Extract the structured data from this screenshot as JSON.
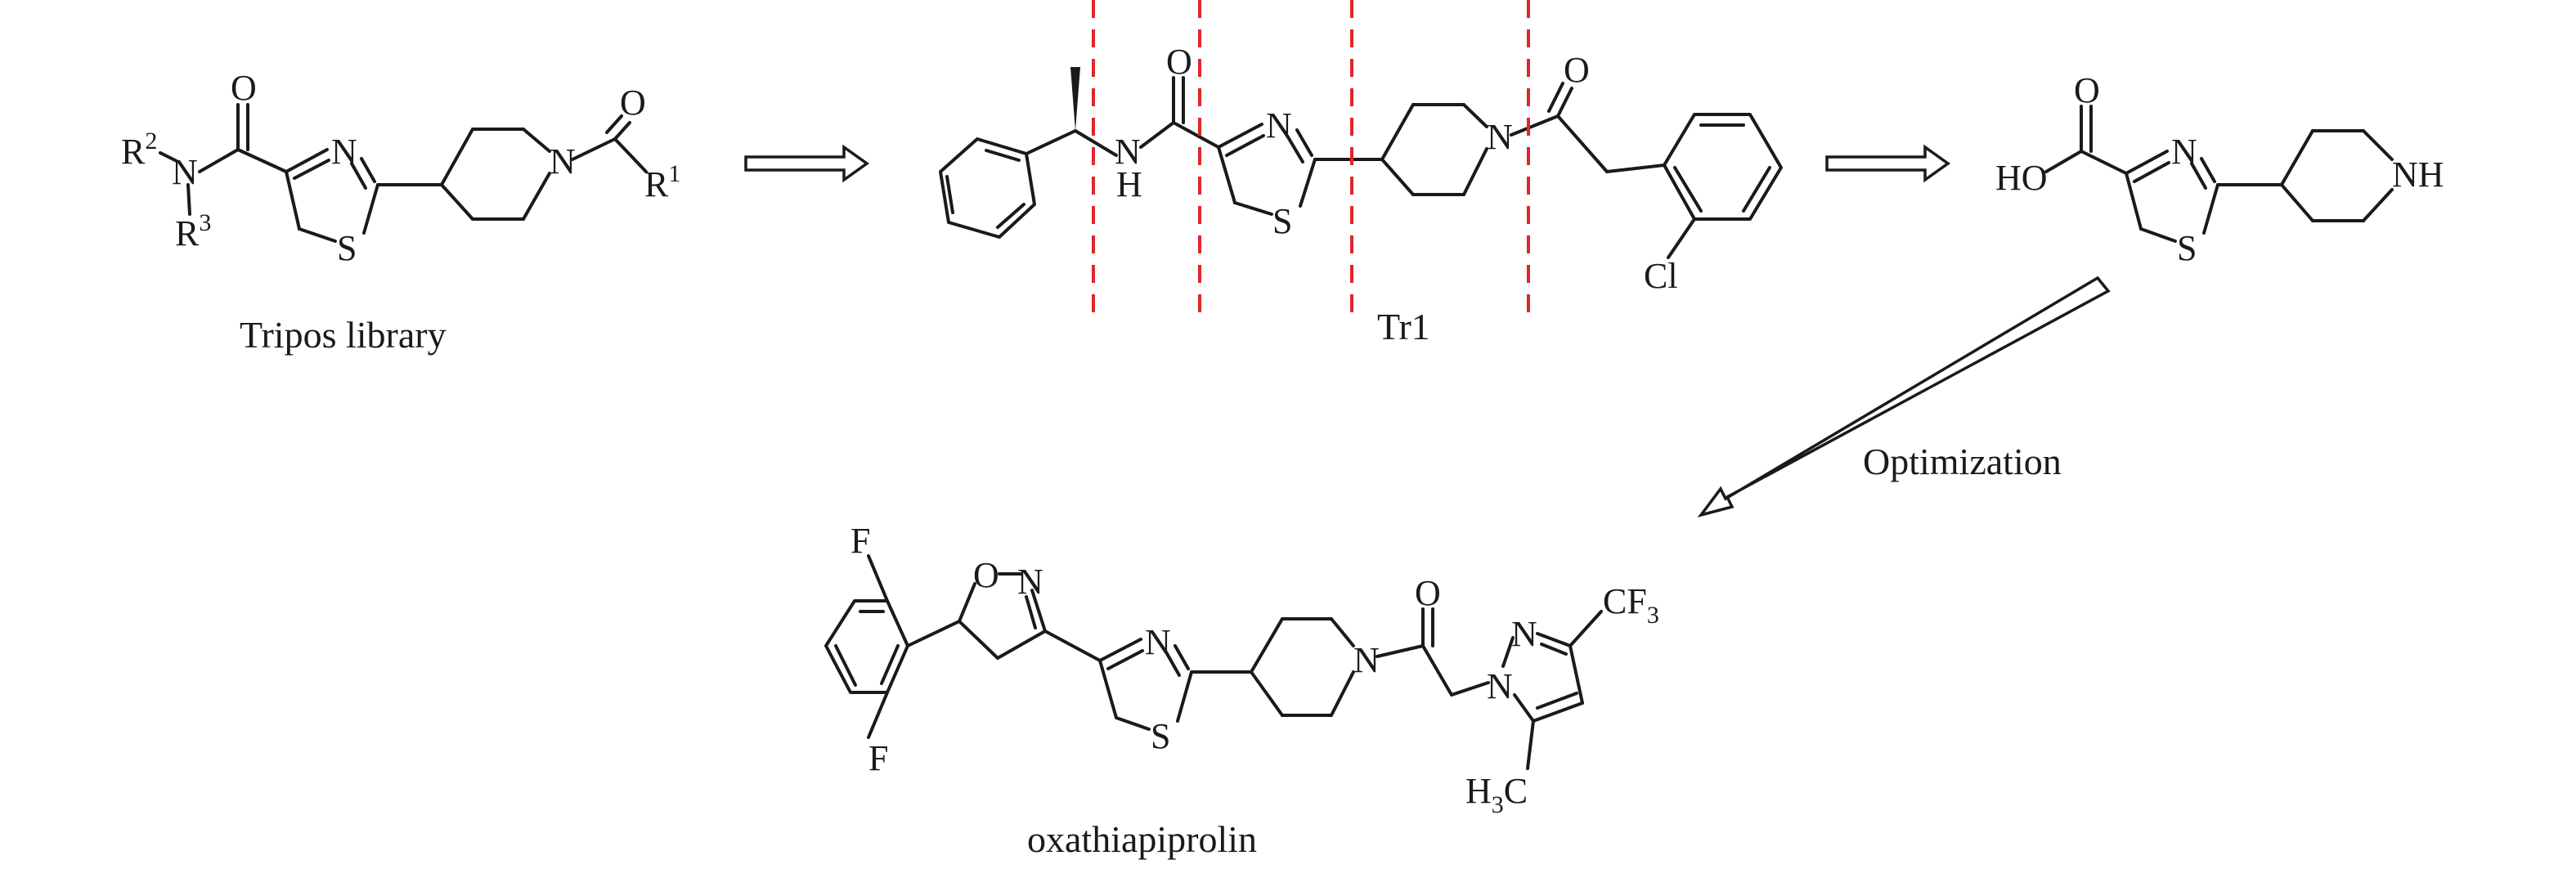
{
  "captions": {
    "library": "Tripos library",
    "hit": "Tr1",
    "step": "Optimization",
    "product": "oxathiapiprolin"
  },
  "atoms": {
    "O": "O",
    "N": "N",
    "S": "S",
    "H": "H",
    "F": "F",
    "Cl": "Cl",
    "HO": "HO",
    "NH": "NH",
    "R": "R",
    "CF": "CF",
    "C": "C"
  },
  "numbers": {
    "r1": "1",
    "r2": "2",
    "r3": "3",
    "three": "3"
  },
  "colors": {
    "ink": "#1a1a1a",
    "cut_lines": "#e0262b",
    "background": "#ffffff"
  }
}
